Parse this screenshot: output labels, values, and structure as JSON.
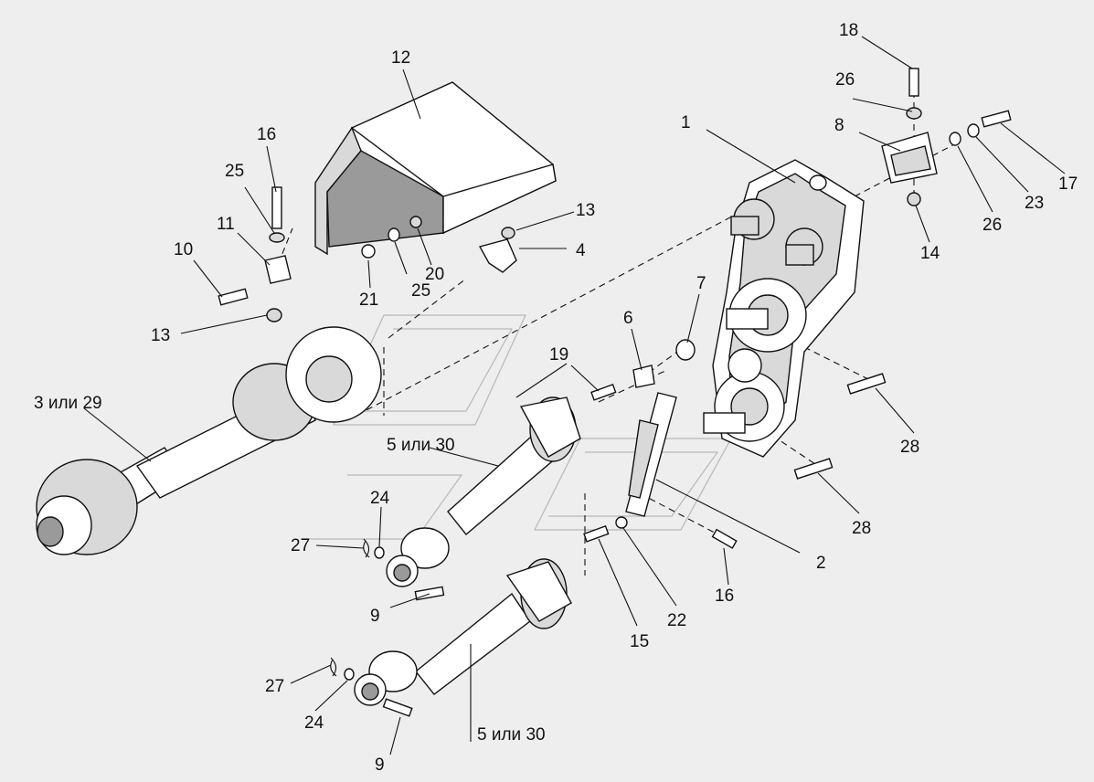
{
  "labels": {
    "l1": "1",
    "l2": "2",
    "l3": "3 или 29",
    "l4": "4",
    "l5a": "5 или 30",
    "l5b": "5 или 30",
    "l6": "6",
    "l7": "7",
    "l8": "8",
    "l9a": "9",
    "l9b": "9",
    "l10": "10",
    "l11": "11",
    "l12": "12",
    "l13a": "13",
    "l13b": "13",
    "l14": "14",
    "l15": "15",
    "l16a": "16",
    "l16b": "16",
    "l17": "17",
    "l18": "18",
    "l19": "19",
    "l20": "20",
    "l21": "21",
    "l22": "22",
    "l23": "23",
    "l24a": "24",
    "l24b": "24",
    "l25a": "25",
    "l25b": "25",
    "l26a": "26",
    "l26b": "26",
    "l27a": "27",
    "l27b": "27",
    "l28a": "28",
    "l28b": "28"
  }
}
